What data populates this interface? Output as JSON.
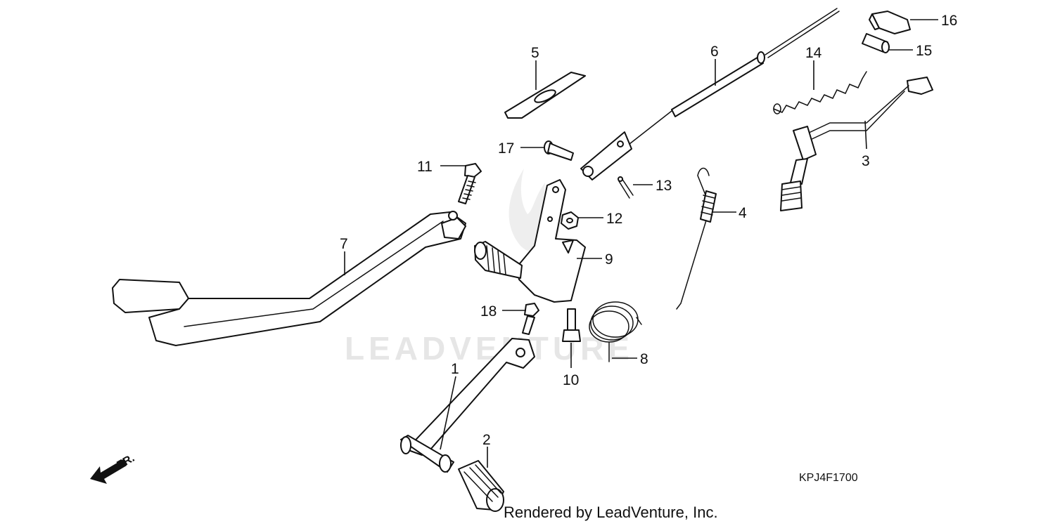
{
  "watermark": "LEADVENTURE",
  "diagram_code": "KPJ4F1700",
  "credit": "Rendered by LeadVenture, Inc.",
  "direction_label": "FR.",
  "callouts": [
    "1",
    "2",
    "3",
    "4",
    "5",
    "6",
    "7",
    "8",
    "9",
    "10",
    "11",
    "12",
    "13",
    "14",
    "15",
    "16",
    "17",
    "18"
  ]
}
